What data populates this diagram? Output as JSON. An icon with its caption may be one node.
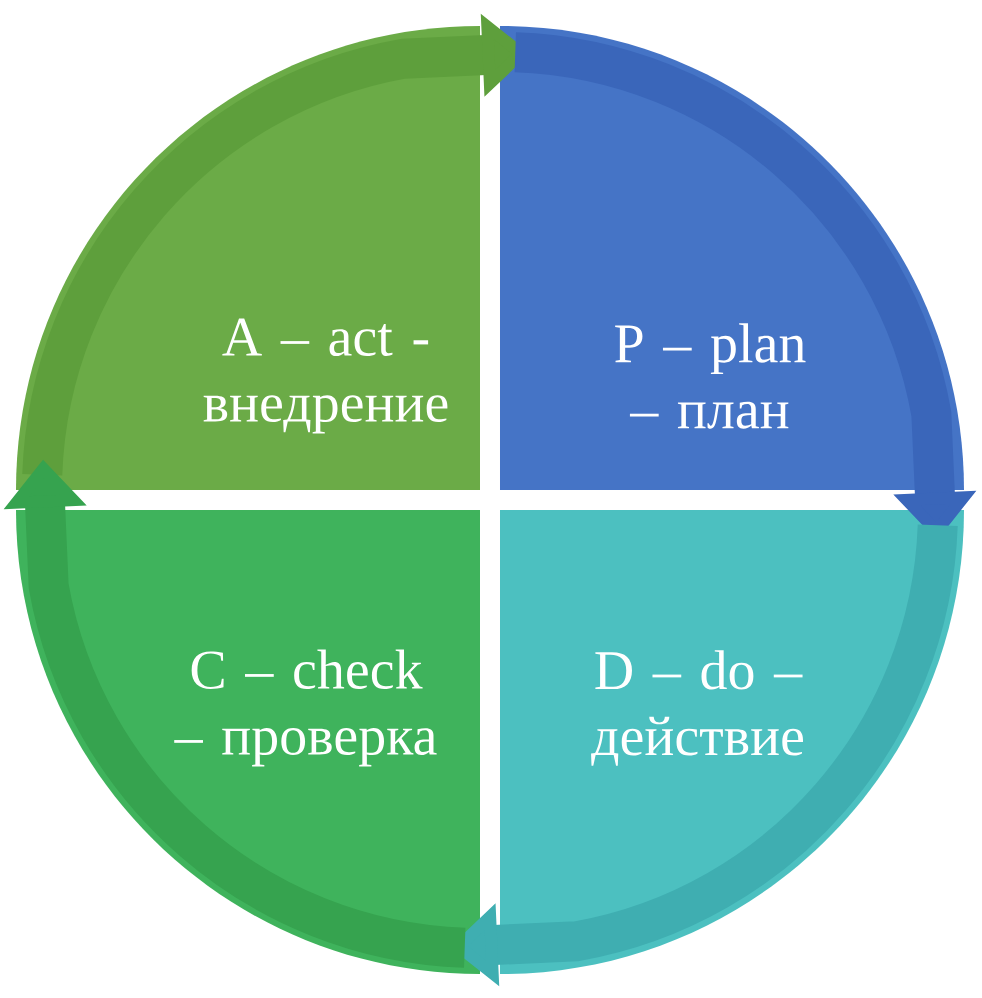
{
  "diagram": {
    "nodes": [
      {
        "text": [
          "A – act - внедрение"
        ]
      },
      {
        "text": [
          "P – plan – план"
        ]
      },
      {
        "text": [
          "C – check – проверка"
        ]
      },
      {
        "text": [
          "D – do – действие"
        ]
      }
    ],
    "edges": [
      {
        "from": 0,
        "to": 1,
        "arrow": "to",
        "color": "#5e9f3c"
      },
      {
        "from": 1,
        "to": 3,
        "arrow": "to",
        "color": "#3a66ba"
      },
      {
        "from": 3,
        "to": 2,
        "arrow": "to",
        "color": "#3faeb1"
      },
      {
        "from": 2,
        "to": 0,
        "arrow": "to",
        "color": "#36a34f"
      }
    ]
  }
}
